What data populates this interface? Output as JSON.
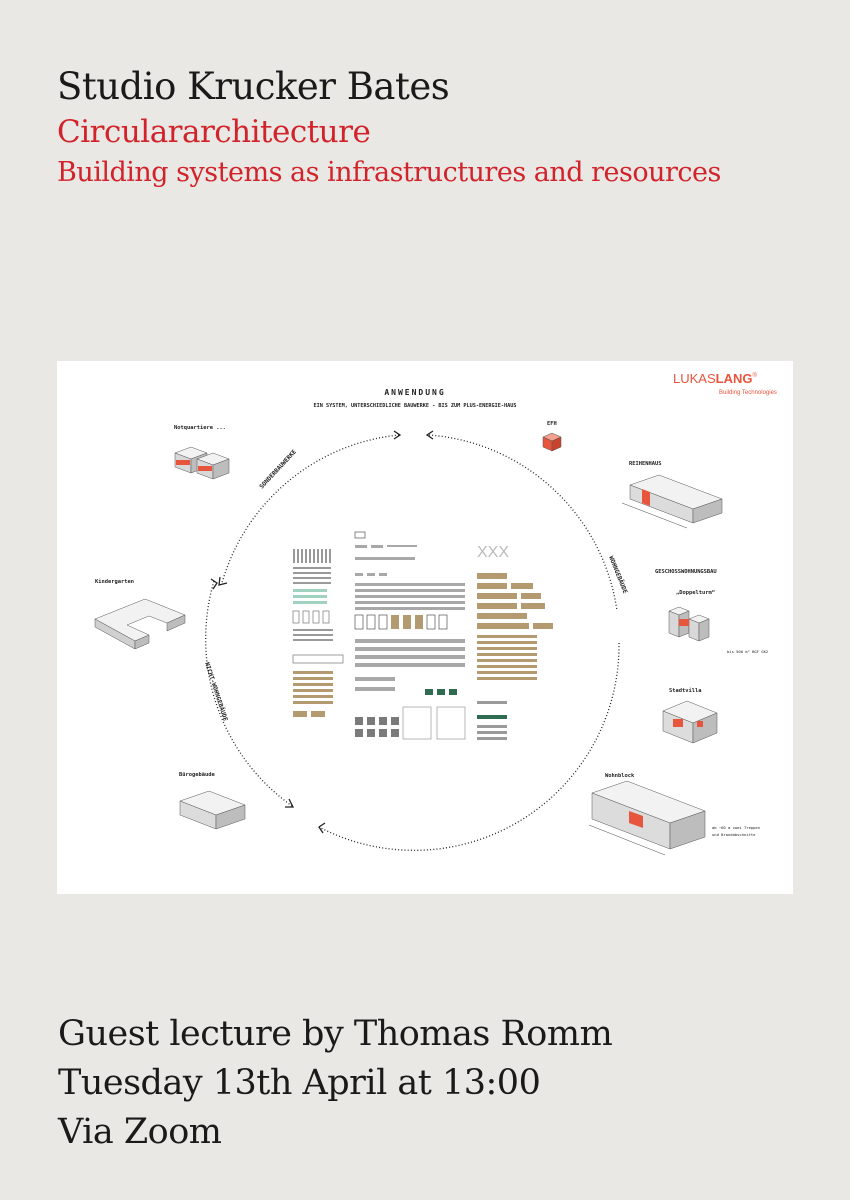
{
  "header": {
    "studio": "Studio Krucker Bates",
    "topic": "Circulararchitecture",
    "subtitle": "Building systems as infrastructures and resources"
  },
  "diagram": {
    "logo_light": "LUKAS",
    "logo_bold": "LANG",
    "logo_reg": "®",
    "logo_sub": "Building Technologies",
    "heading": "ANWENDUNG",
    "subheading": "EIN SYSTEM, UNTERSCHIEDLICHE BAUWERKE - BIS ZUM PLUS-ENERGIE-HAUS",
    "labels": {
      "notquartiere": "Notquartiere ...",
      "efh": "EFH",
      "reihenhaus": "REIHENHAUS",
      "geschoss": "GESCHOSSWOHNUNGSBAU",
      "doppelturm": "„Doppelturm“",
      "doppelturm_note": "bis 500 m² BGF GK2",
      "stadtvilla": "Stadtvilla",
      "wohnblock": "Wohnblock",
      "wohnblock_note_1": "ab ~60 m zwei Treppen",
      "wohnblock_note_2": "und Brandabschnitte",
      "buerogebaeude": "Bürogebäude",
      "kindergarten": "Kindergarten"
    },
    "arc_labels": {
      "sonderbauwerke": "SONDERBAUWERKE",
      "wohngebaeude": "WOHNGEBÄUDE",
      "nicht_wohngebaeude": "NICHT-WOHNGEBÄUDE"
    },
    "colors": {
      "accent": "#e8553d",
      "brown": "#b49a70",
      "green": "#2f6b50",
      "mint": "#9fd3bf",
      "grey": "#9a9a9a"
    }
  },
  "footer": {
    "line1": "Guest lecture by Thomas Romm",
    "line2": "Tuesday 13th April at 13:00",
    "line3": "Via Zoom"
  }
}
